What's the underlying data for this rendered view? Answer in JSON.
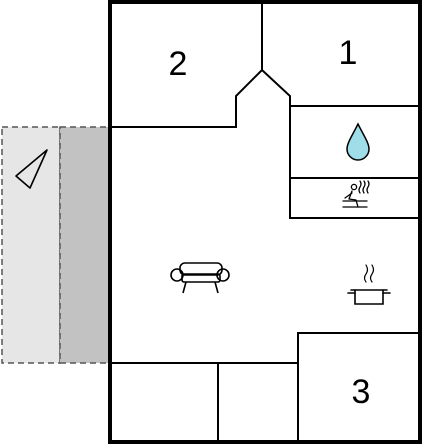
{
  "floor_plan": {
    "rooms": [
      {
        "id": "bedroom-2",
        "label": "2"
      },
      {
        "id": "bedroom-1",
        "label": "1"
      },
      {
        "id": "bedroom-3",
        "label": "3"
      }
    ],
    "symbols": [
      {
        "id": "bathroom",
        "icon": "water-drop-icon",
        "color": "#9fdde8"
      },
      {
        "id": "sauna",
        "icon": "sauna-person-icon"
      },
      {
        "id": "living-room",
        "icon": "sofa-icon"
      },
      {
        "id": "kitchen",
        "icon": "cooking-pot-icon"
      },
      {
        "id": "terrace",
        "icon": "terrace-direction-icon"
      }
    ],
    "colors": {
      "wall": "#000000",
      "terrace_light": "#e6e6e6",
      "terrace_dark": "#c2c2c2"
    }
  }
}
